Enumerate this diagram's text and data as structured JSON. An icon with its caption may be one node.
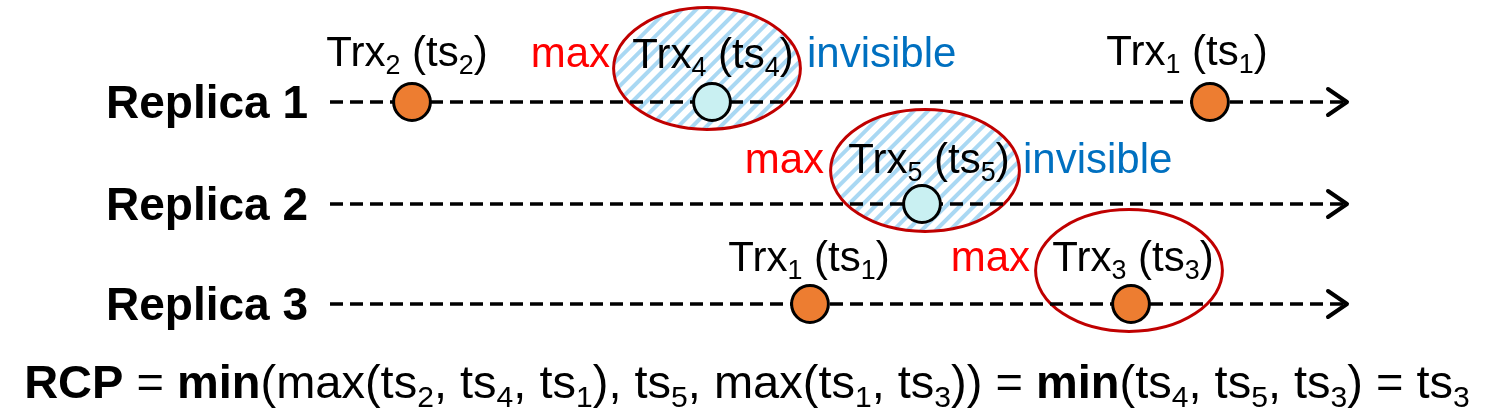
{
  "diagram": {
    "caption": "**RCP** = **min**(max(ts$_{2}$, ts$_{4}$, ts$_{1}$), ts$_{5}$, max(ts$_{1}$, ts$_{3}$)) = **min**(ts$_{4}$, ts$_{5}$, ts$_{3}$) = ts$_{3}$",
    "nodes": [
      {
        "text": [],
        "shape": "circle",
        "beside": [
          "Trx$_{2}$ (ts$_{2}$)"
        ]
      },
      {
        "text": [
          "Trx$_{4}$ (ts$_{4}$)"
        ],
        "beside": [
          "max",
          "invisible"
        ]
      },
      {
        "text": [],
        "shape": "circle",
        "in": 1
      },
      {
        "text": [],
        "shape": "circle",
        "beside": [
          "Trx$_{1}$ (ts$_{1}$)"
        ]
      },
      {
        "text": [
          "Trx$_{5}$ (ts$_{5}$)"
        ],
        "beside": [
          "max",
          "invisible"
        ]
      },
      {
        "text": [],
        "shape": "circle",
        "in": 4
      },
      {
        "text": [],
        "shape": "circle",
        "beside": [
          "Trx$_{1}$ (ts$_{1}$)"
        ]
      },
      {
        "text": [
          "Trx$_{3}$ (ts$_{3}$)"
        ],
        "beside": [
          "max"
        ]
      },
      {
        "text": [],
        "shape": "circle",
        "in": 7
      }
    ],
    "labels": [
      "Replica 1",
      "Replica 2",
      "Replica 3"
    ]
  }
}
